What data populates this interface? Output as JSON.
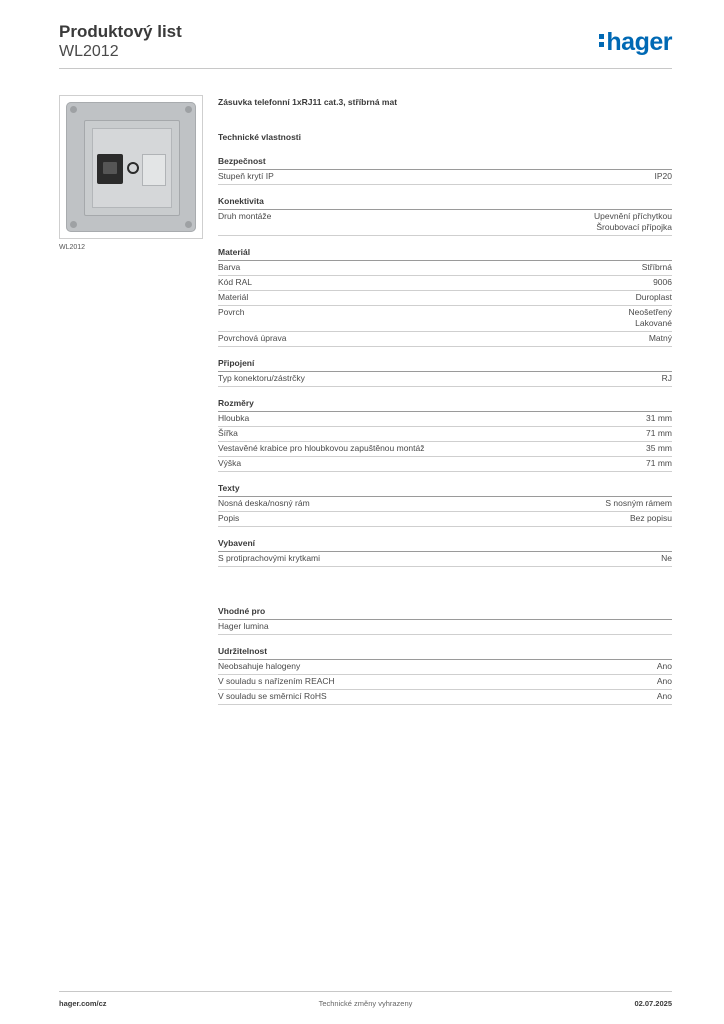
{
  "header": {
    "title": "Produktový list",
    "subtitle": "WL2012",
    "logo_text": "hager",
    "brand_color": "#0069b4"
  },
  "image": {
    "caption": "WL2012"
  },
  "product_name": "Zásuvka telefonní 1xRJ11 cat.3, stříbrná mat",
  "tech_title": "Technické vlastnosti",
  "groups": [
    {
      "title": "Bezpečnost",
      "rows": [
        {
          "label": "Stupeň krytí IP",
          "value": "IP20"
        }
      ]
    },
    {
      "title": "Konektivita",
      "rows": [
        {
          "label": "Druh montáže",
          "value": "Upevnění příchytkou\nŠroubovací přípojka"
        }
      ]
    },
    {
      "title": "Materiál",
      "rows": [
        {
          "label": "Barva",
          "value": "Stříbrná"
        },
        {
          "label": "Kód RAL",
          "value": "9006"
        },
        {
          "label": "Materiál",
          "value": "Duroplast"
        },
        {
          "label": "Povrch",
          "value": "Neošetřený\nLakované"
        },
        {
          "label": "Povrchová úprava",
          "value": "Matný"
        }
      ]
    },
    {
      "title": "Připojení",
      "rows": [
        {
          "label": "Typ konektoru/zástrčky",
          "value": "RJ"
        }
      ]
    },
    {
      "title": "Rozměry",
      "rows": [
        {
          "label": "Hloubka",
          "value": "31 mm"
        },
        {
          "label": "Šířka",
          "value": "71 mm"
        },
        {
          "label": "Vestavěné krabice pro hloubkovou zapuštěnou montáž",
          "value": "35 mm"
        },
        {
          "label": "Výška",
          "value": "71 mm"
        }
      ]
    },
    {
      "title": "Texty",
      "rows": [
        {
          "label": "Nosná deska/nosný rám",
          "value": "S nosným rámem"
        },
        {
          "label": "Popis",
          "value": "Bez popisu"
        }
      ]
    },
    {
      "title": "Vybavení",
      "rows": [
        {
          "label": "S protiprachovými krytkami",
          "value": "Ne"
        }
      ]
    }
  ],
  "suitable": {
    "title": "Vhodné pro",
    "rows": [
      {
        "label": "Hager lumina",
        "value": ""
      }
    ]
  },
  "sustainability": {
    "title": "Udržitelnost",
    "rows": [
      {
        "label": "Neobsahuje halogeny",
        "value": "Ano"
      },
      {
        "label": "V souladu s nařízením REACH",
        "value": "Ano"
      },
      {
        "label": "V souladu se směrnicí RoHS",
        "value": "Ano"
      }
    ]
  },
  "footer": {
    "website": "hager.com/cz",
    "notice": "Technické změny vyhrazeny",
    "date": "02.07.2025"
  }
}
